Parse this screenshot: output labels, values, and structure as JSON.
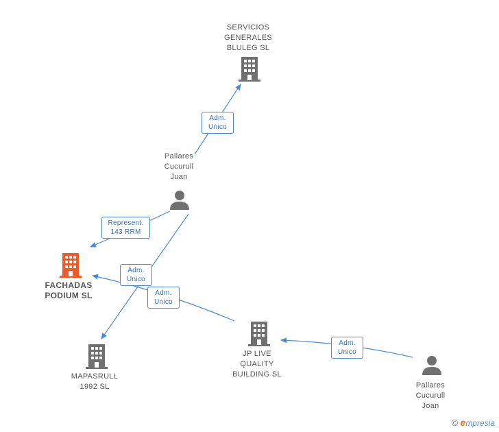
{
  "colors": {
    "edge": "#4a8ad4",
    "node": "#707070",
    "highlight": "#f05a28"
  },
  "nodes": {
    "servicios": {
      "lines": [
        "SERVICIOS",
        "GENERALES",
        "BLULEG  SL"
      ],
      "icon": "building-icon"
    },
    "pallares_juan": {
      "lines": [
        "Pallares",
        "Cucurull",
        "Juan"
      ],
      "icon": "person-icon"
    },
    "fachadas": {
      "lines": [
        "FACHADAS",
        "PODIUM  SL"
      ],
      "icon": "building-icon"
    },
    "mapasrull": {
      "lines": [
        "MAPASRULL",
        "1992  SL"
      ],
      "icon": "building-icon"
    },
    "jp_live": {
      "lines": [
        "JP LIVE",
        "QUALITY",
        "BUILDING  SL"
      ],
      "icon": "building-icon"
    },
    "pallares_joan": {
      "lines": [
        "Pallares",
        "Cucurull",
        "Joan"
      ],
      "icon": "person-icon"
    }
  },
  "edges": {
    "juan_servicios": [
      "Adm.",
      "Unico"
    ],
    "juan_fachadas": [
      "Represent.",
      "143 RRM"
    ],
    "juan_mapasrull": [
      "Adm.",
      "Unico"
    ],
    "jp_fachadas": [
      "Adm.",
      "Unico"
    ],
    "joan_jp": [
      "Adm.",
      "Unico"
    ]
  },
  "footer": {
    "copyright": "©",
    "brand_initial": "e",
    "brand_rest": "mpresia"
  }
}
